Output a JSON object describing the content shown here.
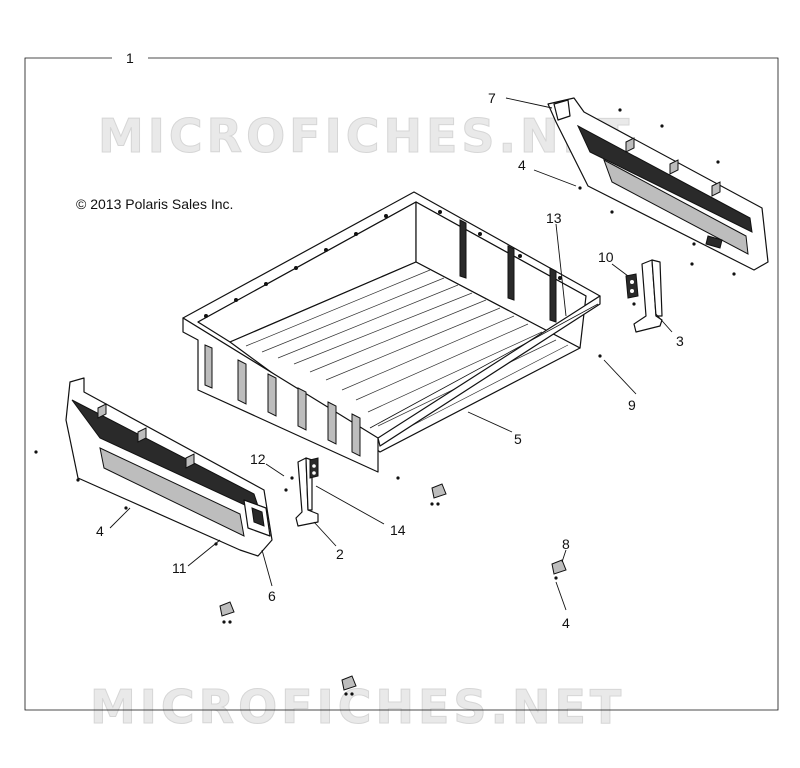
{
  "diagram": {
    "copyright": "© 2013 Polaris Sales Inc.",
    "watermark": "MICROFICHES.NET",
    "frame_label": "1",
    "callouts": [
      {
        "id": "c7",
        "label": "7"
      },
      {
        "id": "c4a",
        "label": "4"
      },
      {
        "id": "c13",
        "label": "13"
      },
      {
        "id": "c10",
        "label": "10"
      },
      {
        "id": "c3",
        "label": "3"
      },
      {
        "id": "c9",
        "label": "9"
      },
      {
        "id": "c5",
        "label": "5"
      },
      {
        "id": "c12",
        "label": "12"
      },
      {
        "id": "c14",
        "label": "14"
      },
      {
        "id": "c2",
        "label": "2"
      },
      {
        "id": "c4b",
        "label": "4"
      },
      {
        "id": "c11",
        "label": "11"
      },
      {
        "id": "c6",
        "label": "6"
      },
      {
        "id": "c8",
        "label": "8"
      },
      {
        "id": "c4c",
        "label": "4"
      }
    ]
  }
}
